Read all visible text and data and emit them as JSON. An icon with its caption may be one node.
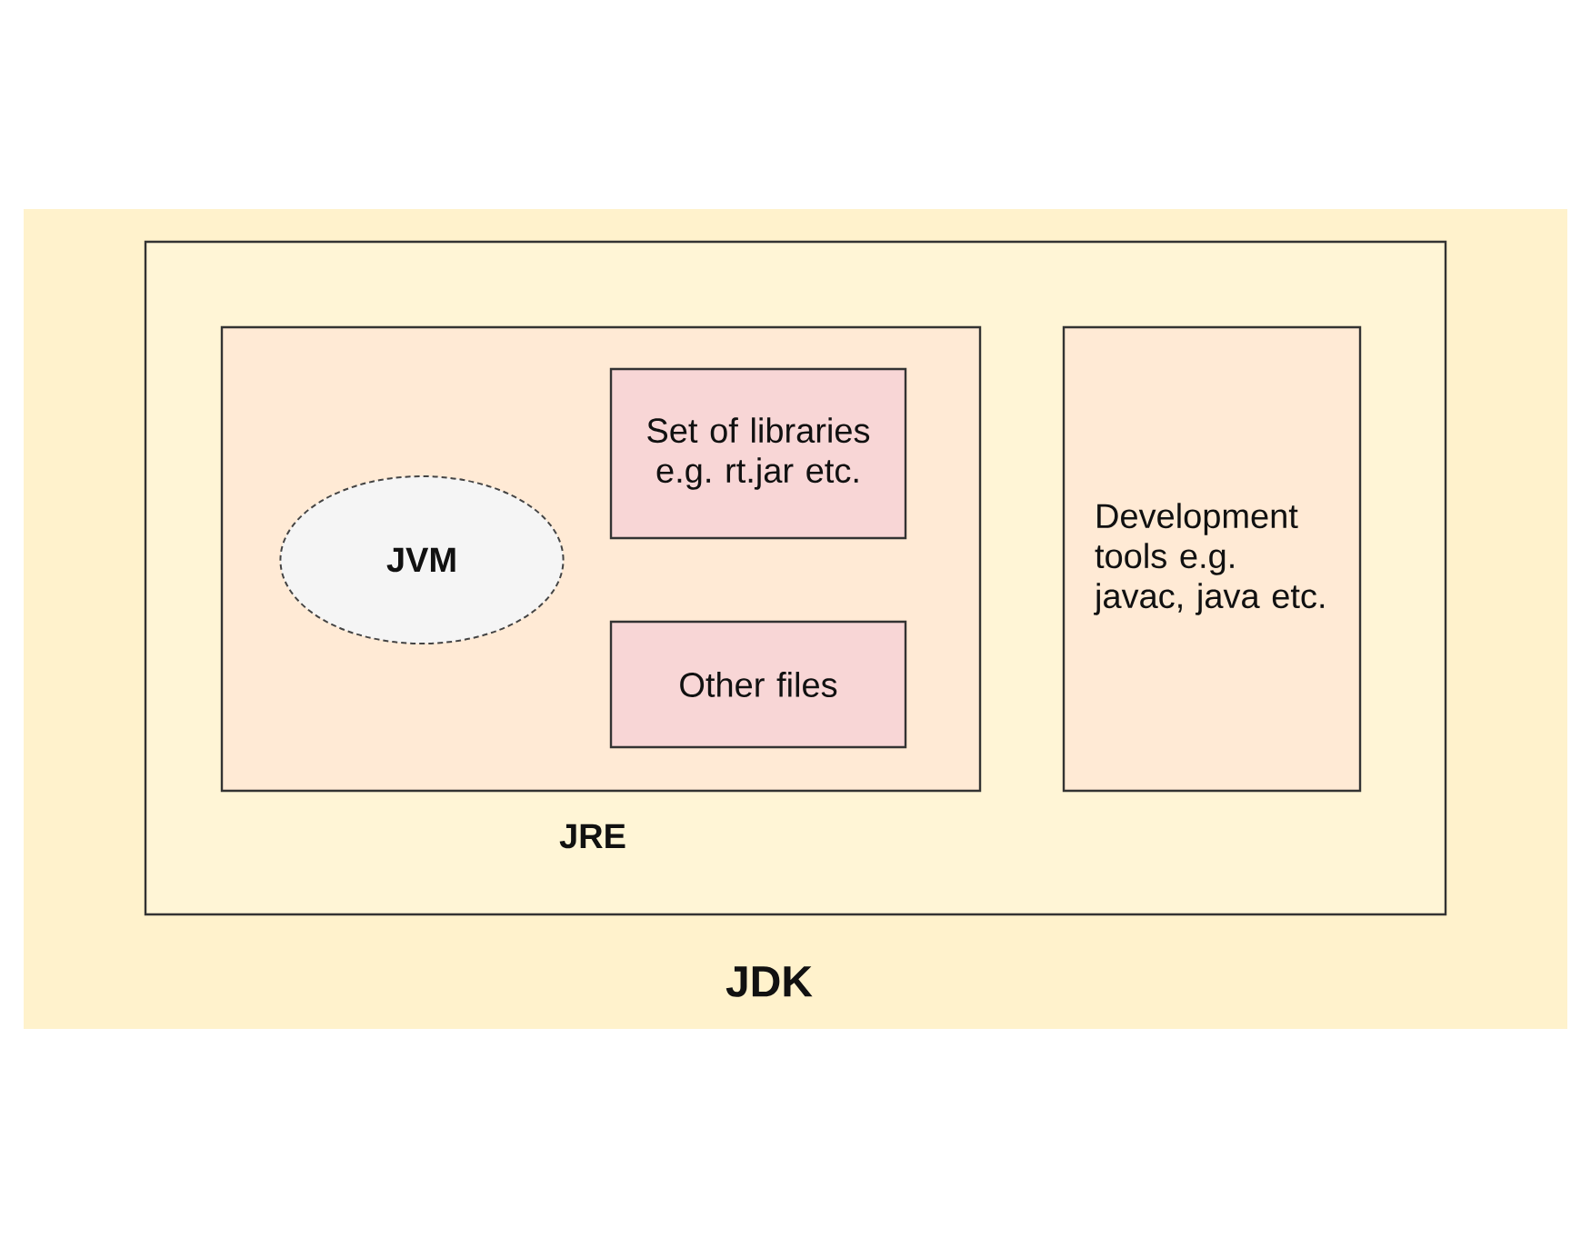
{
  "diagram": {
    "nodes": [
      {
        "text": [
          "JDK"
        ]
      },
      {
        "text": [],
        "shape": "box",
        "in": 0
      },
      {
        "text": [
          "JRE"
        ],
        "in": 1
      },
      {
        "text": [
          "JVM"
        ],
        "in": 2
      },
      {
        "text": [
          "Set of libraries e.g. rt.jar etc."
        ],
        "in": 2
      },
      {
        "text": [
          "Other files"
        ],
        "in": 2
      },
      {
        "text": [
          "Development tools e.g. javac, java etc."
        ],
        "in": 1
      }
    ]
  }
}
